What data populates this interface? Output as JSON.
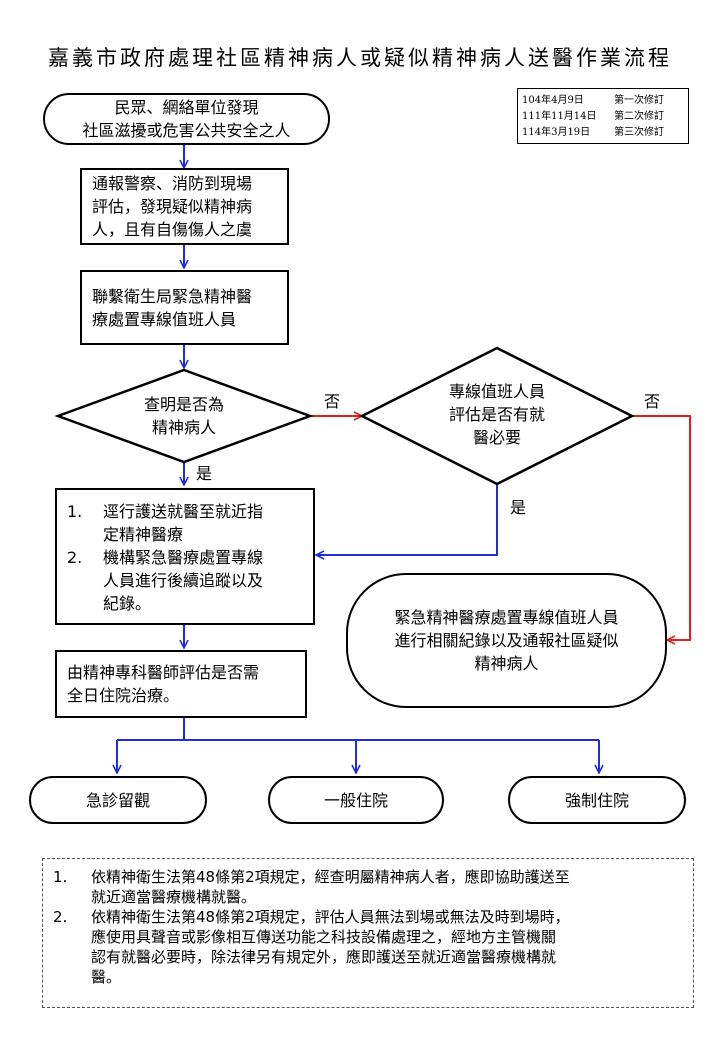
{
  "title": "嘉義市政府處理社區精神病人或疑似精神病人送醫作業流程",
  "revisions": [
    {
      "date": "104年4月9日",
      "note": "第一次修訂"
    },
    {
      "date": "111年11月14日",
      "note": "第二次修訂"
    },
    {
      "date": "114年3月19日",
      "note": "第三次修訂"
    }
  ],
  "nodes": {
    "start": "民眾、網絡單位發現\n社區滋擾或危害公共安全之人",
    "report": "通報警察、消防到現場\n評估，發現疑似精神病\n人，且有自傷傷人之虞",
    "contact": "聯繫衛生局緊急精神醫\n療處置專線值班人員",
    "decision1": "查明是否為\n精神病人",
    "decision2": "專線值班人員\n評估是否有就\n醫必要",
    "actions": [
      {
        "num": "1.",
        "text": "逕行護送就醫至就近指\n定精神醫療"
      },
      {
        "num": "2.",
        "text": "機構緊急醫療處置專線\n人員進行後續追蹤以及\n紀錄。"
      }
    ],
    "record": "緊急精神醫療處置專線值班人員\n進行相關紀錄以及通報社區疑似\n精神病人",
    "assess": "由精神專科醫師評估是否需\n全日住院治療。",
    "out1": "急診留觀",
    "out2": "一般住院",
    "out3": "強制住院"
  },
  "labels": {
    "d1_no": "否",
    "d1_yes": "是",
    "d2_no": "否",
    "d2_yes": "是"
  },
  "notes": [
    {
      "num": "1.",
      "text": "依精神衛生法第48條第2項規定，經查明屬精神病人者，應即協助護送至\n就近適當醫療機構就醫。"
    },
    {
      "num": "2.",
      "text": "依精神衛生法第48條第2項規定，評估人員無法到場或無法及時到場時，\n應使用具聲音或影像相互傳送功能之科技設備處理之，經地方主管機關\n認有就醫必要時，除法律另有規定外，應即護送至就近適當醫療機構就\n醫。"
    }
  ],
  "colors": {
    "blue_arrow": "#1e2fd6",
    "red_arrow": "#e01e1e"
  }
}
